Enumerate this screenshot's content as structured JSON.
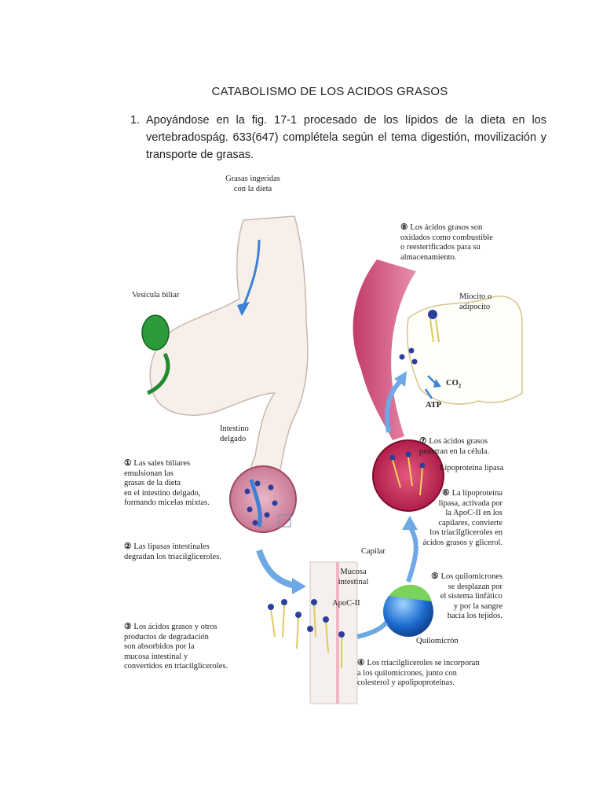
{
  "title": "CATABOLISMO DE LOS ACIDOS GRASOS",
  "question": {
    "number": "1.",
    "text": "Apoyándose en la fig. 17-1 procesado de los lípidos de la dieta en los vertebradospág. 633(647) complétela según el tema digestión, movilización y transporte de grasas."
  },
  "figure": {
    "ingested_label": "Grasas ingeridas\ncon la dieta",
    "gallbladder_label": "Vesícula biliar",
    "small_intestine_label": "Intestino\ndelgado",
    "mucosa_label": "Mucosa\nintestinal",
    "apoc_label": "ApoC-II",
    "chylomicron_label": "Quilomicrón",
    "capillary_label": "Capilar",
    "lipase_label": "Lipoproteína lipasa",
    "myocyte_label": "Miocito o\nadipocito",
    "co2_label": "CO",
    "co2_sub": "2",
    "atp_label": "ATP",
    "steps": [
      {
        "n": "①",
        "text": "Las sales biliares\nemulsionan las\ngrasas de la dieta\nen el intestino delgado,\nformando micelas mixtas."
      },
      {
        "n": "②",
        "text": "Las lipasas intestinales\ndegradan los triacilgliceroles."
      },
      {
        "n": "③",
        "text": "Los ácidos grasos y otros\nproductos de degradación\nson absorbidos por la\nmucosa intestinal y\nconvertidos en triacilgliceroles."
      },
      {
        "n": "④",
        "text": "Los triacilgliceroles se incorporan\na los quilomicrones, junto con\ncolesterol y apolipoproteínas."
      },
      {
        "n": "⑤",
        "text": "Los quilomicrones\nse desplazan por\nel sistema linfático\ny por la sangre\nhacia los tejidos."
      },
      {
        "n": "⑥",
        "text": "La lipoproteína\nlipasa, activada por\nla ApoC-II en los\ncapilares, convierte\nlos triacilgliceroles en\nácidos grasos y glicerol."
      },
      {
        "n": "⑦",
        "text": "Los ácidos grasos\npenetran en la célula."
      },
      {
        "n": "⑧",
        "text": "Los ácidos grasos son\noxidados como combustible\no reesterificados para su\nalmacenamiento."
      }
    ]
  }
}
